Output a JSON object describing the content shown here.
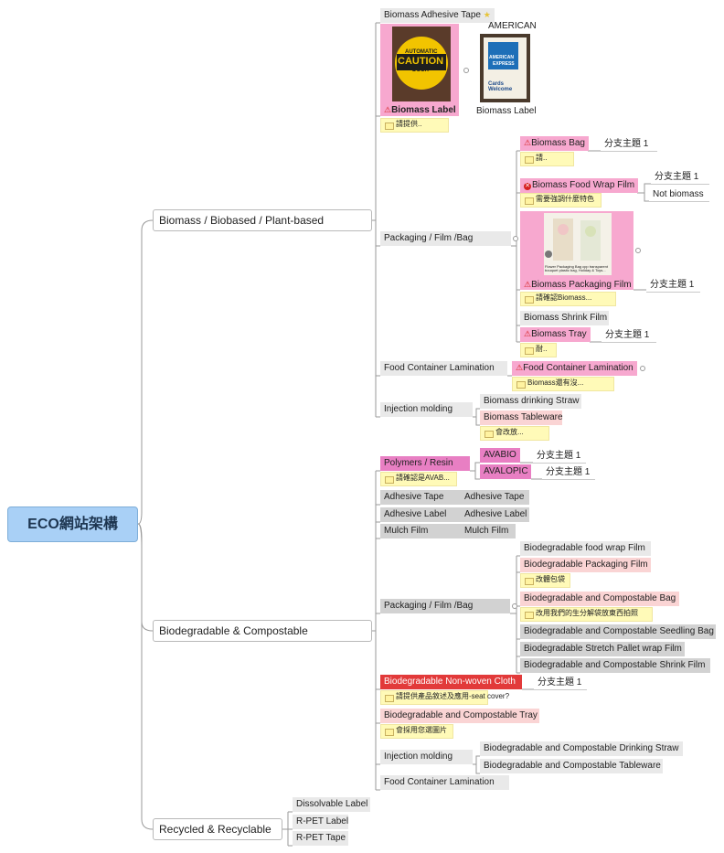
{
  "root": "ECO網站架構",
  "main": {
    "biomass": "Biomass / Biobased / Plant-based",
    "biodeg": "Biodegradable & Compostable",
    "recycled": "Recycled & Recyclable"
  },
  "bio": {
    "adhesive_tape": "Biomass Adhesive Tape",
    "label1": "Biomass Label",
    "label2": "Biomass Label",
    "label_note": "請提供..",
    "caution_img": {
      "line1": "AUTOMATIC",
      "line2": "CAUTION",
      "line3": "DOOR"
    },
    "amex_img": {
      "line1": "AMERICAN",
      "line2": "EXPRESS",
      "line3": "Cards",
      "line4": "Welcome"
    },
    "packaging": "Packaging / Film /Bag",
    "bag": "Biomass Bag",
    "bag_sub": "分支主題 1",
    "bag_note": "請..",
    "food_wrap": "Biomass Food Wrap Film",
    "food_wrap_sub1": "分支主題 1",
    "food_wrap_sub2": "Not biomass",
    "food_wrap_note": "需要強調什麼特色",
    "pack_img_caption": "Flower Packaging Bag cpp transparent bouquet plastic bag, Holiday & Toys...",
    "pack_film": "Biomass Packaging Film",
    "pack_film_sub": "分支主題 1",
    "pack_film_note": "請確認Biomass...",
    "shrink": "Biomass Shrink Film",
    "tray": "Biomass Tray",
    "tray_sub": "分支主題 1",
    "tray_note": "耐..",
    "fcl": "Food Container Lamination",
    "fcl_child": "Food Container Lamination",
    "fcl_note": "Biomass還有沒...",
    "injection": "Injection molding",
    "straw": "Biomass drinking Straw",
    "tableware": "Biomass Tableware",
    "tableware_note": "會改放..."
  },
  "deg": {
    "polymers": "Polymers / Resin",
    "avabio": "AVABIO",
    "avabio_sub": "分支主題 1",
    "avalopic": "AVALOPIC",
    "avalopic_sub": "分支主題 1",
    "polymers_note": "請確認是AVAB...",
    "adhesive_tape": "Adhesive Tape",
    "adhesive_tape_c": "Adhesive Tape",
    "adhesive_label": "Adhesive Label",
    "adhesive_label_c": "Adhesive Label",
    "mulch": "Mulch Film",
    "mulch_c": "Mulch Film",
    "packaging": "Packaging / Film /Bag",
    "food_wrap": "Biodegradable food wrap Film",
    "pack_film": "Biodegradable Packaging Film",
    "pack_film_note": "改體包袋",
    "comp_bag": "Biodegradable and Compostable Bag",
    "comp_bag_note": "改用我們的生分解袋放東西拍照",
    "seedling": "Biodegradable and Compostable Seedling Bag",
    "pallet": "Biodegradable Stretch Pallet wrap Film",
    "shrink": "Biodegradable and Compostable Shrink Film",
    "nonwoven": "Biodegradable Non-woven Cloth",
    "nonwoven_sub": "分支主題 1",
    "nonwoven_note": "請提供產品敘述及應用-seat cover?",
    "tray": "Biodegradable and Compostable Tray",
    "tray_note": "會採用您選圖片",
    "injection": "Injection molding",
    "straw": "Biodegradable and Compostable Drinking Straw",
    "tableware": "Biodegradable and Compostable Tableware",
    "fcl": "Food Container Lamination"
  },
  "rec": {
    "dissolvable": "Dissolvable Label",
    "rpet_label": "R-PET Label",
    "rpet_tape": "R-PET Tape"
  },
  "colors": {
    "root_fill": "#a9d0f6",
    "pink": "#f7a8cf",
    "light_pink": "#fad4d4",
    "magenta": "#e87fc3",
    "red": "#e23a3a",
    "note": "#fffab8",
    "grey": "#e9e9e9",
    "dark_grey": "#d2d2d2",
    "line": "#9a9a9a"
  }
}
